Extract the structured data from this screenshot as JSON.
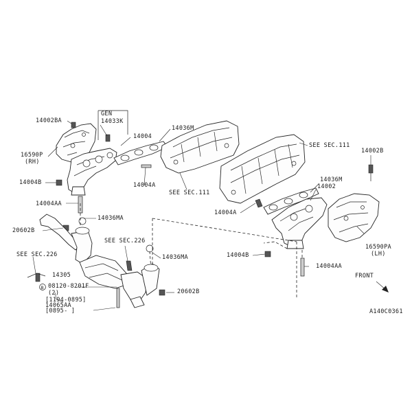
{
  "labels": {
    "p14002ba": "14002BA",
    "p14033k": "14033K",
    "p14004_top": "14004",
    "p14036m_top": "14036M",
    "see_sec_111_top": "SEE SEC.111",
    "p16590p": "16590P",
    "rh": "(RH)",
    "p14004b_left": "14004B",
    "p14004a_mid": "14004A",
    "see_sec_111_mid": "SEE SEC.111",
    "p14002b": "14002B",
    "p14036m_right": "14036M",
    "p14002": "14002",
    "p14004aa_left": "14004AA",
    "p14036ma_top": "14036MA",
    "p14004a_right": "14004A",
    "p20602b_left": "20602B",
    "see_sec_226_top": "SEE SEC.226",
    "p14036ma_mid": "14036MA",
    "p14004b_right": "14004B",
    "p14004aa_right": "14004AA",
    "p16590pa": "16590PA",
    "lh": "(LH)",
    "see_sec_226_left": "SEE SEC.226",
    "front": "FRONT",
    "p14305": "14305",
    "p20602b_bottom": "20602B",
    "bolt_code": "08120-8201F",
    "bolt_qty": "(2)",
    "p1_line1": "[1194-0895]",
    "p1_line2": "14065AA",
    "p1_line3": "[0895-    ]",
    "gen": "GEN",
    "diagram_code": "A140C0361"
  }
}
